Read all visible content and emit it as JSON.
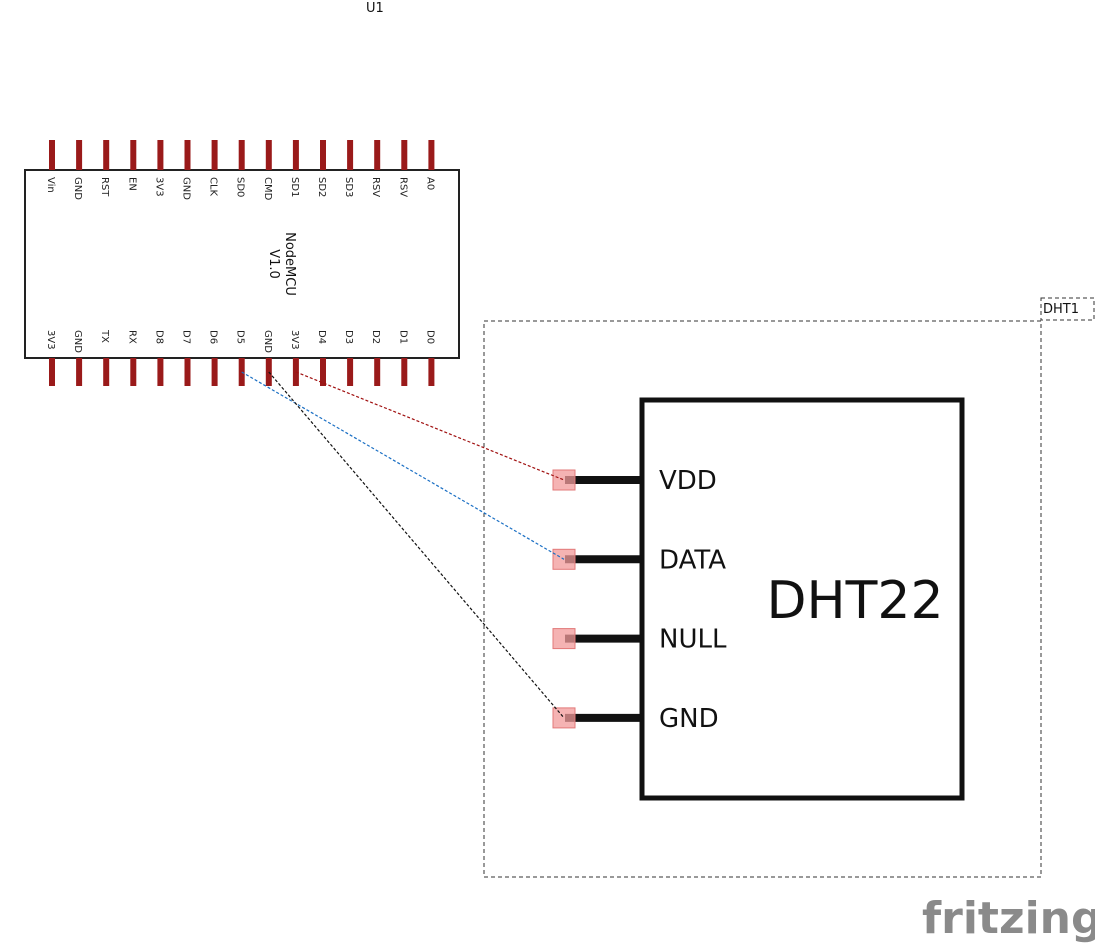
{
  "mcu": {
    "ref": "U1",
    "title_line1": "NodeMCU",
    "title_line2": "V1.0",
    "top_pins": [
      "Vin",
      "GND",
      "RST",
      "EN",
      "3V3",
      "GND",
      "CLK",
      "SD0",
      "CMD",
      "SD1",
      "SD2",
      "SD3",
      "RSV",
      "RSV",
      "A0"
    ],
    "bottom_pins": [
      "3V3",
      "GND",
      "TX",
      "RX",
      "D8",
      "D7",
      "D6",
      "D5",
      "GND",
      "3V3",
      "D4",
      "D3",
      "D2",
      "D1",
      "D0"
    ]
  },
  "sensor": {
    "ref": "DHT1",
    "title": "DHT22",
    "pins": [
      "VDD",
      "DATA",
      "NULL",
      "GND"
    ]
  },
  "wires": [
    {
      "from": "3V3",
      "to": "VDD",
      "color": "#a01010"
    },
    {
      "from": "D5",
      "to": "DATA",
      "color": "#1a6fc4"
    },
    {
      "from": "GND",
      "to": "GND",
      "color": "#111111"
    }
  ],
  "branding": {
    "logo": "fritzing"
  }
}
